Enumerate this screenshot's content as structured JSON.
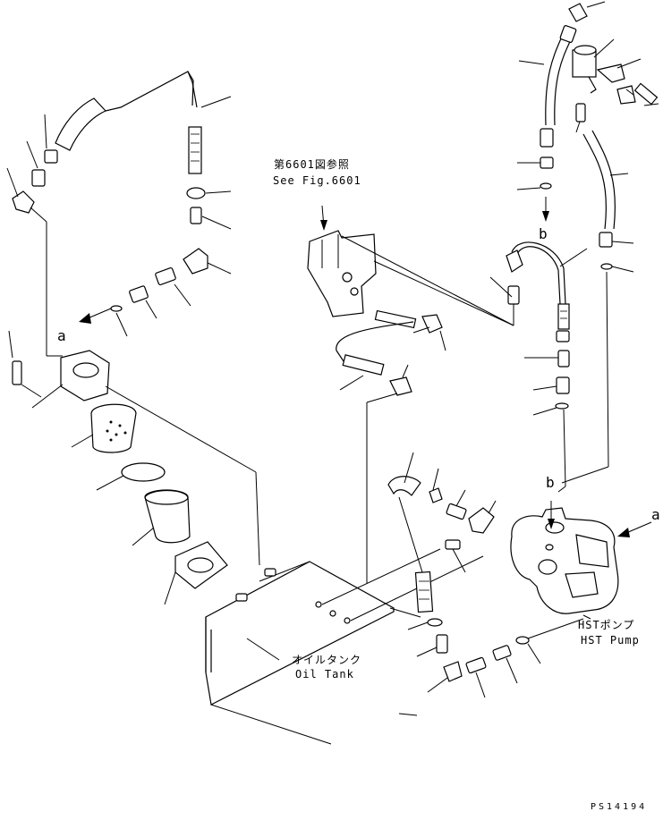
{
  "labels": {
    "see_fig_jp": "第6601図参照",
    "see_fig_en": "See Fig.6601",
    "oil_tank_jp": "オイルタンク",
    "oil_tank_en": "Oil Tank",
    "hst_pump_jp": "HSTポンプ",
    "hst_pump_en": "HST Pump",
    "callout_a_left": "a",
    "callout_a_right": "a",
    "callout_b_top": "b",
    "callout_b_pump": "b",
    "drawing_code": "PS14194"
  },
  "colors": {
    "line": "#000000",
    "background": "#ffffff"
  }
}
